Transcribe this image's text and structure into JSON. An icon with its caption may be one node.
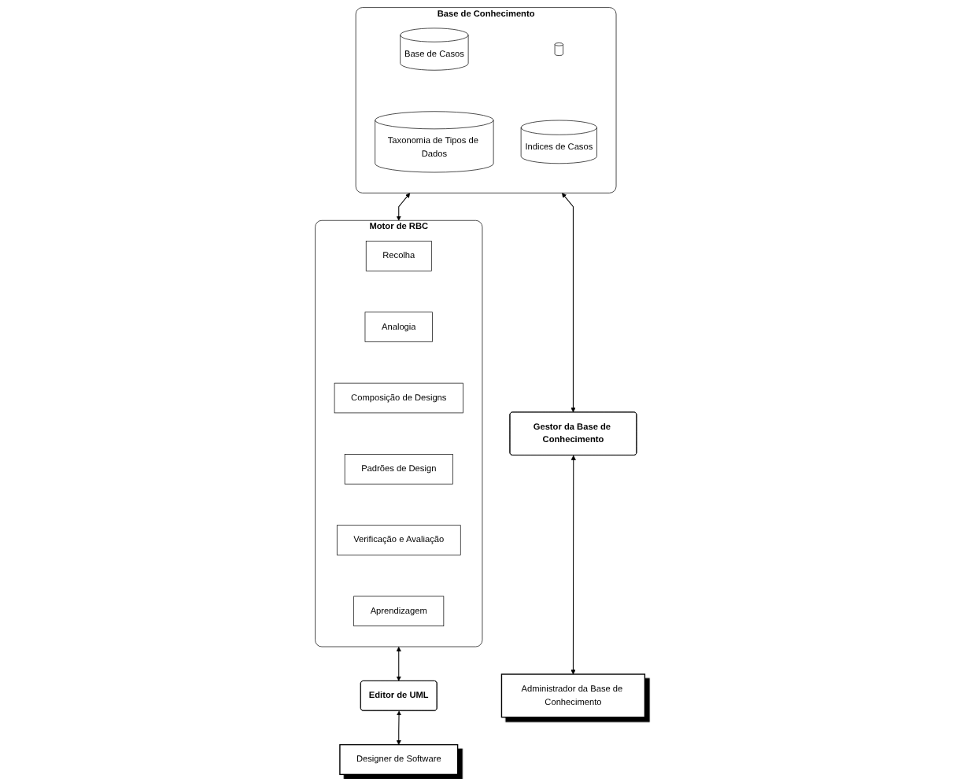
{
  "diagram": {
    "nodes": [
      {
        "text": [
          "Base de Conhecimento"
        ]
      },
      {
        "text": [
          "Base de Casos"
        ],
        "in": 0
      },
      {
        "text": [],
        "shape": "cylinder",
        "in": 0
      },
      {
        "text": [
          "Taxonomia de Tipos de Dados"
        ],
        "in": 0
      },
      {
        "text": [
          "Indices de Casos"
        ],
        "in": 0
      },
      {
        "text": [
          "Motor de RBC"
        ]
      },
      {
        "text": [
          "Recolha"
        ],
        "in": 5
      },
      {
        "text": [
          "Analogia"
        ],
        "in": 5
      },
      {
        "text": [
          "Composição de Designs"
        ],
        "in": 5
      },
      {
        "text": [
          "Padrões de Design"
        ],
        "in": 5
      },
      {
        "text": [
          "Verificação e Avaliação"
        ],
        "in": 5
      },
      {
        "text": [
          "Aprendizagem"
        ],
        "in": 5
      },
      {
        "text": [
          "Gestor da Base de Conhecimento"
        ]
      },
      {
        "text": [
          "Editor de UML"
        ]
      },
      {
        "text": [
          "Administrador da Base de Conhecimento"
        ]
      },
      {
        "text": [
          "Designer de Software"
        ]
      }
    ],
    "edges": [
      {
        "from": 0,
        "to": 5,
        "arrow": "both"
      },
      {
        "from": 0,
        "to": 12,
        "arrow": "both"
      },
      {
        "from": 5,
        "to": 13,
        "arrow": "both"
      },
      {
        "from": 12,
        "to": 14,
        "arrow": "both"
      },
      {
        "from": 13,
        "to": 15,
        "arrow": "both"
      }
    ]
  }
}
